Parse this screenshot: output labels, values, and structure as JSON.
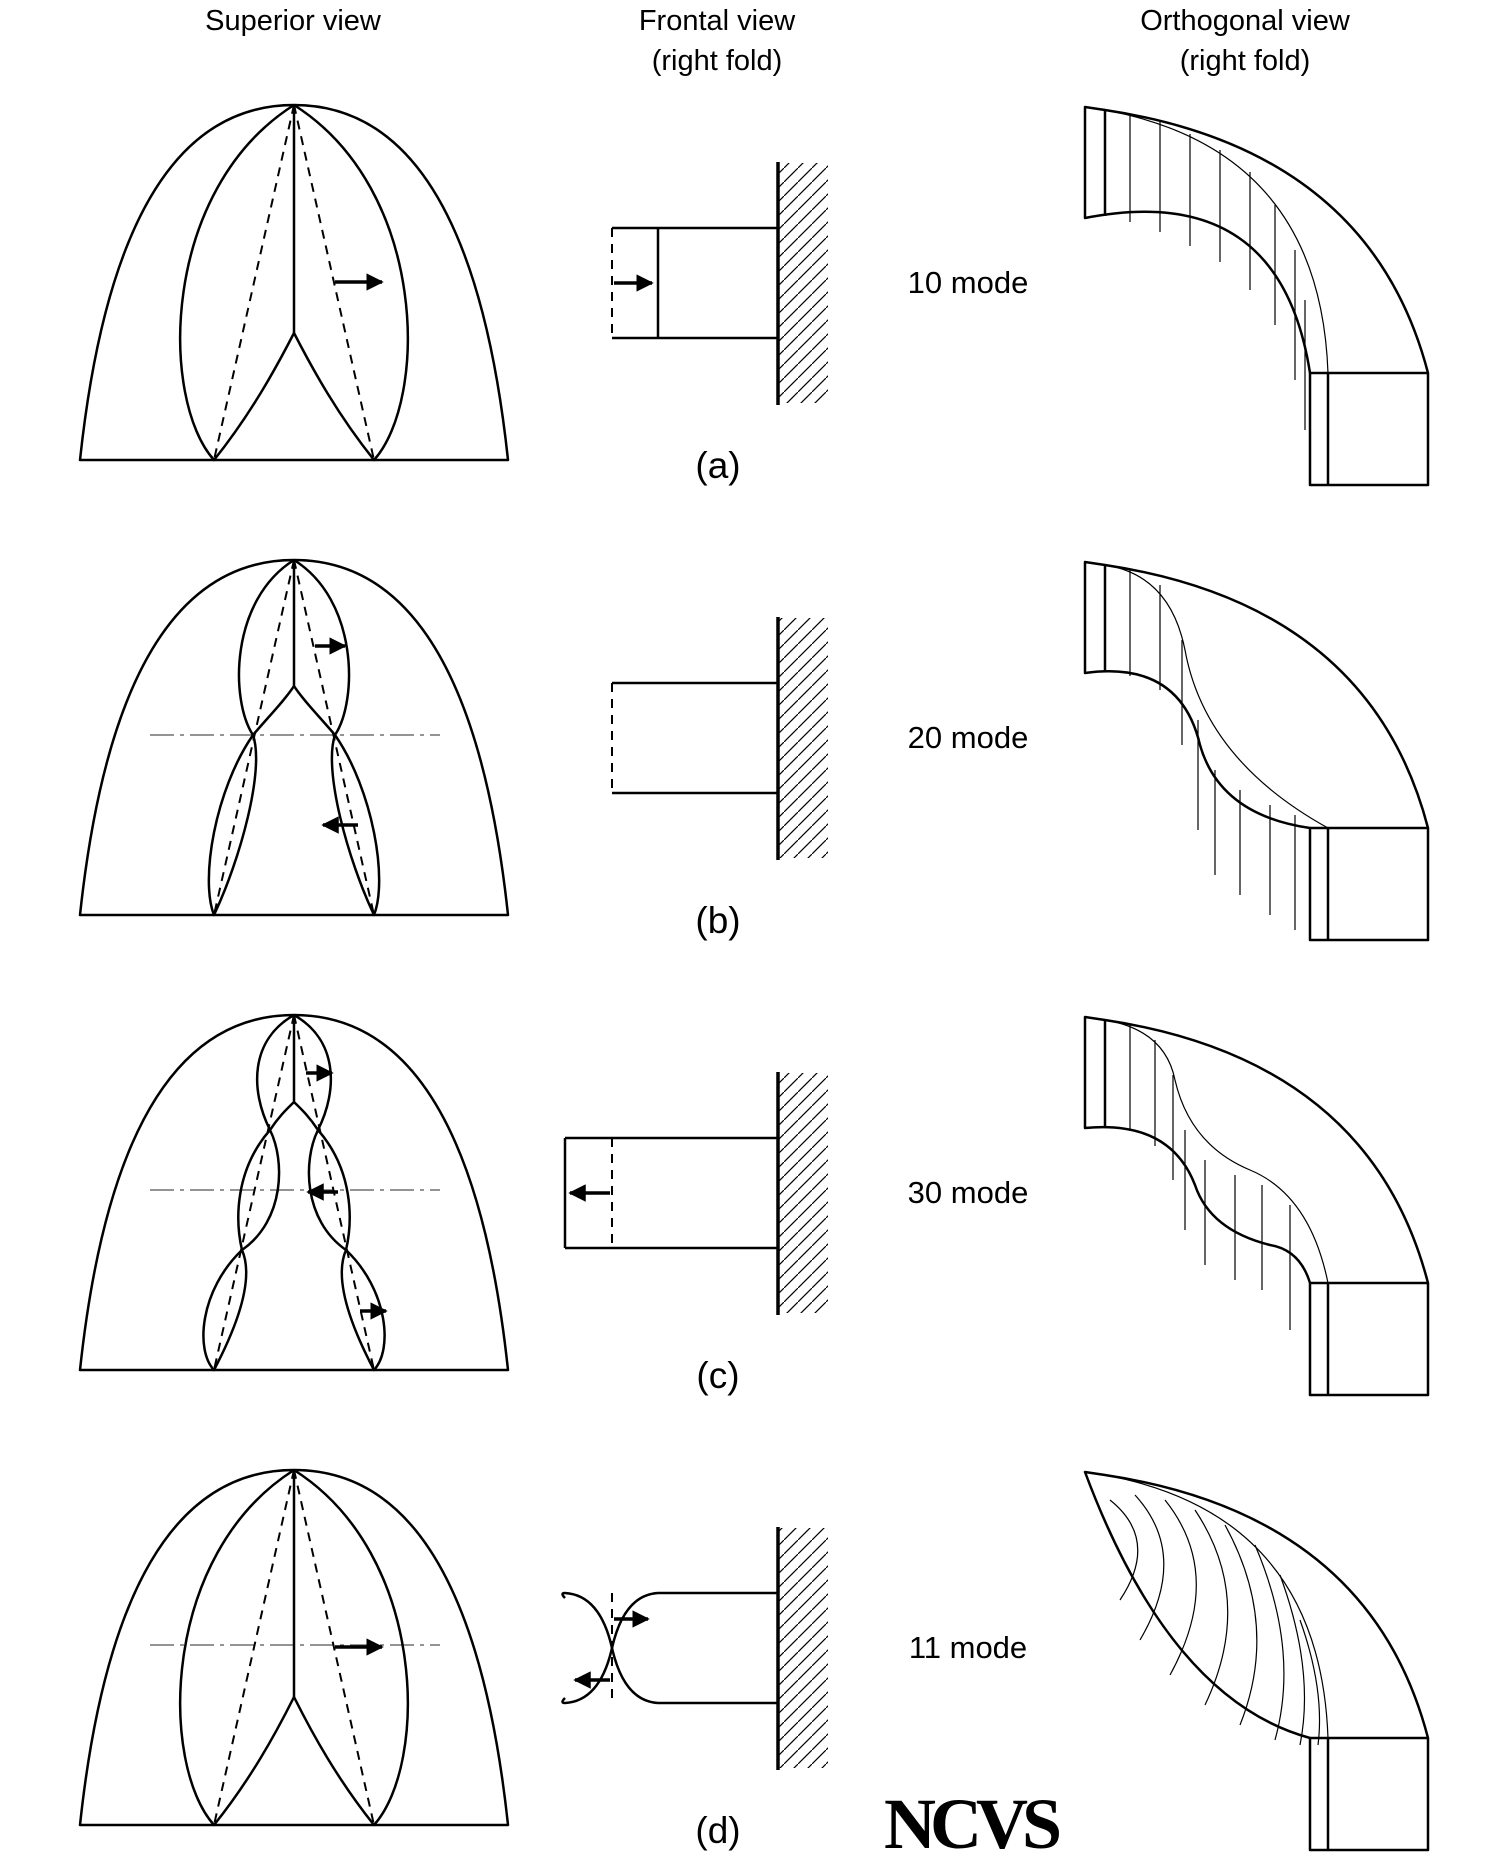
{
  "headers": {
    "superior": "Superior view",
    "frontal_line1": "Frontal view",
    "frontal_line2": "(right fold)",
    "orthogonal_line1": "Orthogonal view",
    "orthogonal_line2": "(right fold)"
  },
  "rows": [
    {
      "panel": "(a)",
      "mode": "10 mode"
    },
    {
      "panel": "(b)",
      "mode": "20 mode"
    },
    {
      "panel": "(c)",
      "mode": "30 mode"
    },
    {
      "panel": "(d)",
      "mode": "11 mode"
    }
  ],
  "logo": "NCVS"
}
